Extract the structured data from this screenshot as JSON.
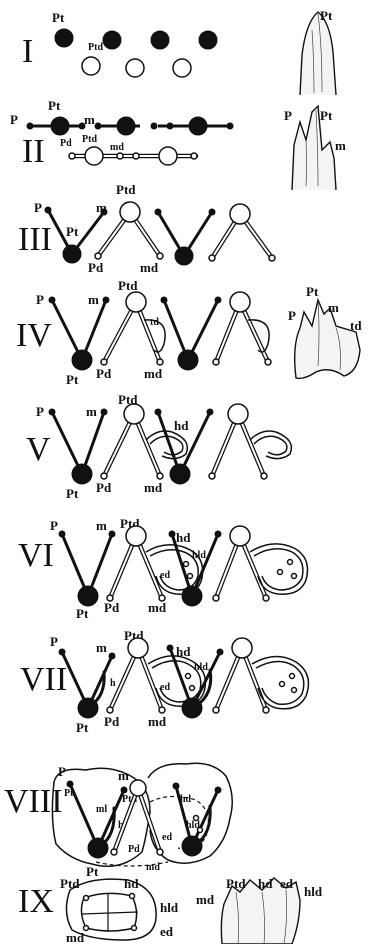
{
  "stages": {
    "s1": "I",
    "s2": "II",
    "s3": "III",
    "s4": "IV",
    "s5": "V",
    "s6": "VI",
    "s7": "VII",
    "s8": "VIII",
    "s9": "IX"
  },
  "labels": {
    "Pt": "Pt",
    "Ptd": "Ptd",
    "P": "P",
    "m": "m",
    "Pd": "Pd",
    "md": "md",
    "td": "td",
    "hd": "hd",
    "hld": "hld",
    "ed": "ed",
    "h": "h",
    "ml": "ml"
  },
  "colors": {
    "ink": "#111111",
    "background": "#ffffff"
  }
}
